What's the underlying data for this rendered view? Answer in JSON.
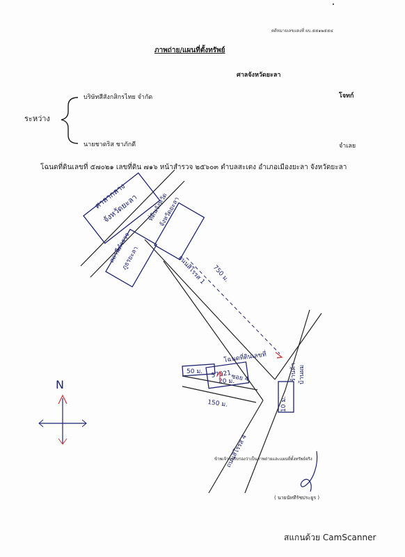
{
  "header": {
    "case_number": "คดีหมายเลขแดงที่ ผบ.๕๕๑๒๕๕๔",
    "title": "ภาพถ่าย/แผนที่ตั้งทรัพย์",
    "court": "ศาลจังหวัดยะลา"
  },
  "parties": {
    "between_label": "ระหว่าง",
    "plaintiff_name": "บริษัทสีสังกสิกรไทย  จำกัด",
    "plaintiff_role": "โจทก์",
    "defendant_name": "นายชาตริส  ชาภักดี",
    "defendant_role": "จำเลย"
  },
  "deed_line": "โฉนดที่ดินเลขที่ ๕๗๐๒๑  เลขที่ดิน ๗๑๖  หน้าสำรวจ ๒๕๖๐๓  ตำบลสะเตง  อำเภอเมืองยะลา  จังหวัดยะลา",
  "map": {
    "north_label": "N",
    "landmarks": {
      "provincial_hall_line1": "ศาลากลาง",
      "provincial_hall_line2": "จังหวัดยะลา",
      "land_office_line1": "ที่ดินจังหวัด",
      "land_office_line2": "จังหวัดยะลา",
      "police_line1": "สถานีตำรวจ",
      "police_line2": "ภูธรยะลา",
      "market_line1": "ร้านค้า",
      "market_line2": "บ้านผม"
    },
    "roads": {
      "main_road": "ถนนสิโรรส 1",
      "side_road": "ถนนสิโรรส 4",
      "lane": "ซอย 4"
    },
    "distances": {
      "main_road_distance": "750 ม.",
      "lane_distance": "150 ม.",
      "parcel_width": "50 ม.",
      "parcel_depth": "20 ม.",
      "small_distance": "10 ม."
    },
    "parcel_label": "โฉนดที่ดินเลขที่",
    "parcel_number": "57021"
  },
  "certification": "ข้าพเจ้าขอรับรองว่าเป็นภาพถ่ายและแผนที่ตั้งทรัพย์จริง",
  "signer": "( นายนัททีรัชประยูร )",
  "footer": "สแกนด้วย CamScanner",
  "colors": {
    "ink_blue": "#1e2470",
    "arrow_red": "#d0404a",
    "print_black": "#1a1a1a"
  }
}
